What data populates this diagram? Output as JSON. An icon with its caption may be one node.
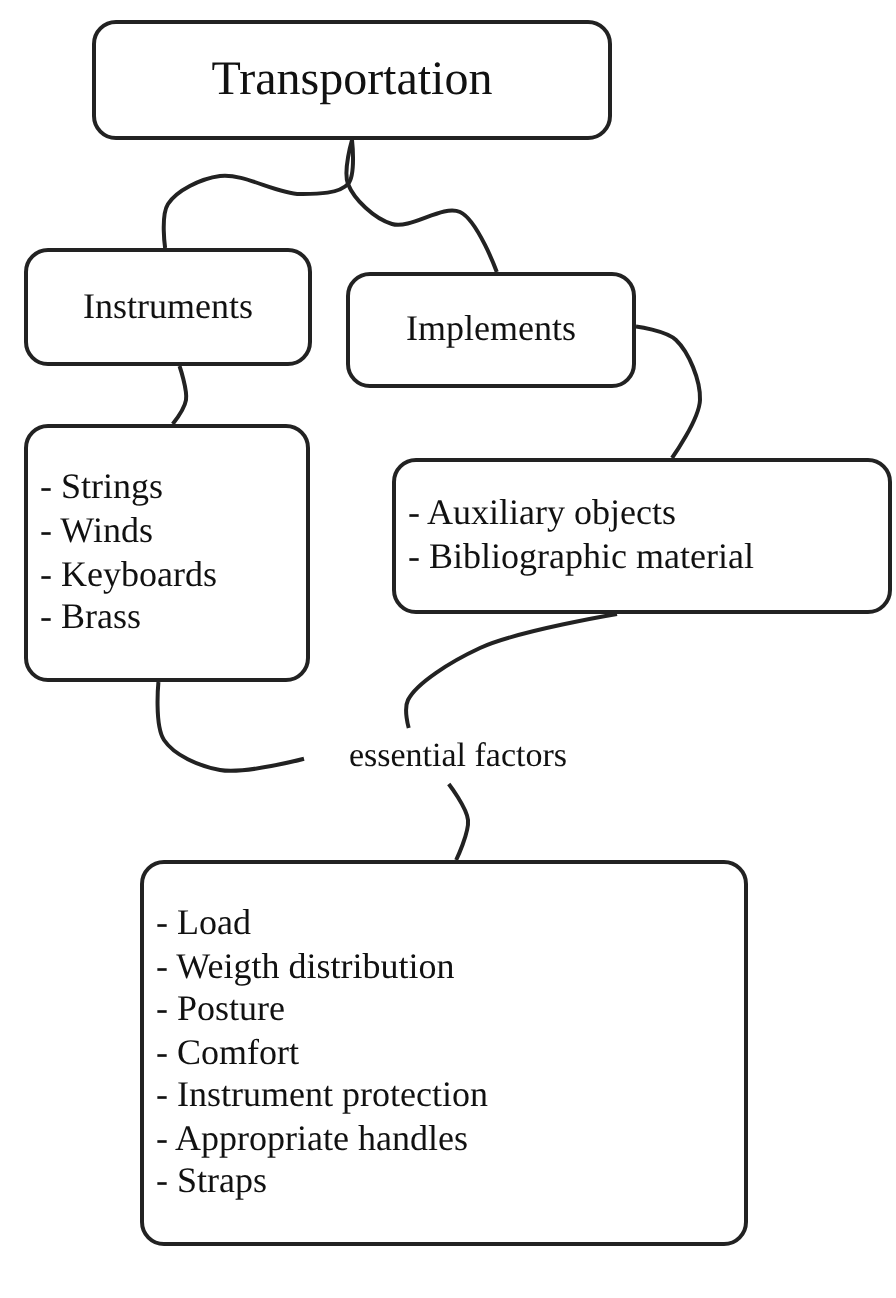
{
  "diagram": {
    "nodes": [
      {
        "text": [
          "Transportation"
        ]
      },
      {
        "text": [
          "Instruments"
        ]
      },
      {
        "text": [
          "Implements"
        ]
      },
      {
        "text": [
          "- Strings",
          "- Winds",
          "- Keyboards",
          "- Brass"
        ]
      },
      {
        "text": [
          "- Auxiliary objects",
          "- Bibliographic material"
        ]
      },
      {
        "text": [
          "essential factors"
        ]
      },
      {
        "text": [
          "- Load",
          "- Weigth distribution",
          "- Posture",
          "- Comfort",
          "- Instrument protection",
          "- Appropriate handles",
          "- Straps"
        ]
      }
    ],
    "edges": [
      {
        "from": 0,
        "to": 1,
        "arrow": "none"
      },
      {
        "from": 0,
        "to": 2,
        "arrow": "none"
      },
      {
        "from": 1,
        "to": 3,
        "arrow": "none"
      },
      {
        "from": 2,
        "to": 4,
        "arrow": "none"
      },
      {
        "from": 3,
        "to": 5,
        "arrow": "none"
      },
      {
        "from": 4,
        "to": 5,
        "arrow": "none"
      },
      {
        "from": 5,
        "to": 6,
        "arrow": "none"
      }
    ]
  }
}
